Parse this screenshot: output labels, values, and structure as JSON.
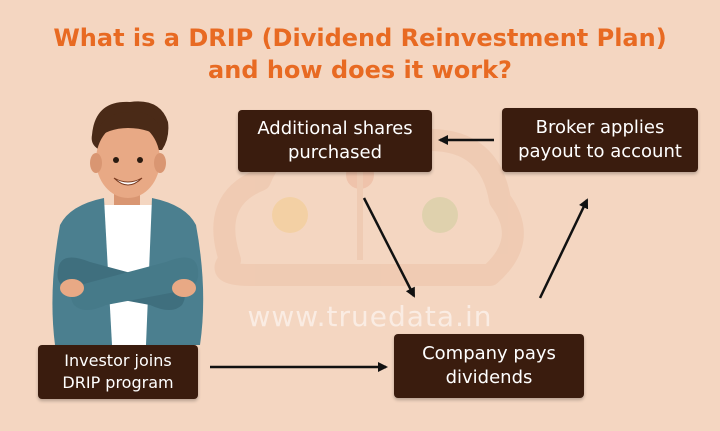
{
  "diagram": {
    "title_line1": "What is a DRIP (Dividend Reinvestment Plan)",
    "title_line2": "and how does it work?",
    "watermark": "www.truedata.in",
    "nodes": {
      "additional_shares": "Additional shares\npurchased",
      "broker_applies": "Broker applies\npayout to account",
      "investor_joins": "Investor joins\nDRIP program",
      "company_pays": "Company pays\ndividends"
    },
    "colors": {
      "background": "#f4d6c1",
      "title": "#e86a22",
      "box": "#3a1c0e",
      "box_text": "#ffffff",
      "arrow": "#111111"
    },
    "icons": {
      "person": "investor-illustration",
      "logo": "truedata-watermark-logo"
    }
  }
}
